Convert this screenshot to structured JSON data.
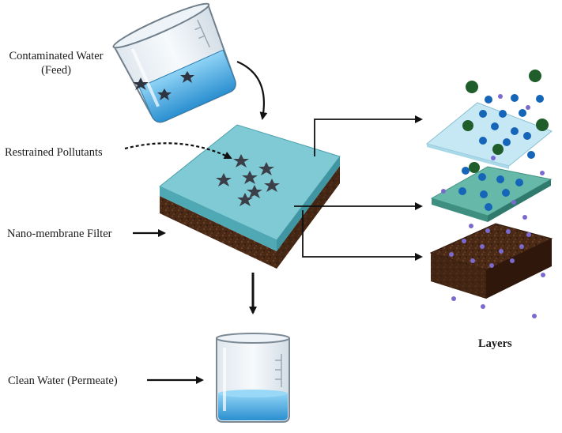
{
  "labels": {
    "feed_line1": "Contaminated Water",
    "feed_line2": "(Feed)",
    "pollutants": "Restrained Pollutants",
    "filter": "Nano-membrane Filter",
    "permeate": "Clean Water (Permeate)",
    "layers": "Layers"
  },
  "colors": {
    "membrane_top": "#74c6d0",
    "membrane_side": "#4fa9b5",
    "substrate": "#4a2a17",
    "layer_light_blue": "#bfe6f3",
    "layer_teal": "#5fb3a3",
    "water": "#3aa2d9",
    "particle_dark_green": "#1f5e2a",
    "particle_blue": "#1565b8",
    "particle_purple": "#7a6ad0",
    "pollutant_star": "#3b3f48"
  },
  "icons": {
    "feed_container": "pouring-beaker-icon",
    "permeate_container": "beaker-icon",
    "pollutant": "star-icon"
  }
}
